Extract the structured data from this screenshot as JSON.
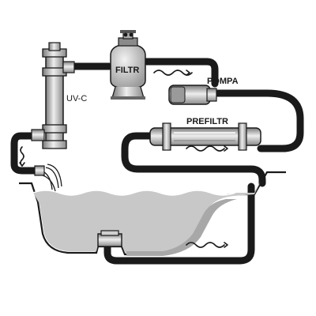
{
  "labels": {
    "filter": "FILTR",
    "pump": "POMPA",
    "uv": "UV-C",
    "prefilter": "PREFILTR"
  },
  "colors": {
    "pipe": "#1a1a1a",
    "water": "#c8c8c8",
    "metal_light": "#d9d9d9",
    "metal_mid": "#9a9a9a",
    "metal_dark": "#555555"
  },
  "icons": [
    "flow-wave-icon"
  ]
}
